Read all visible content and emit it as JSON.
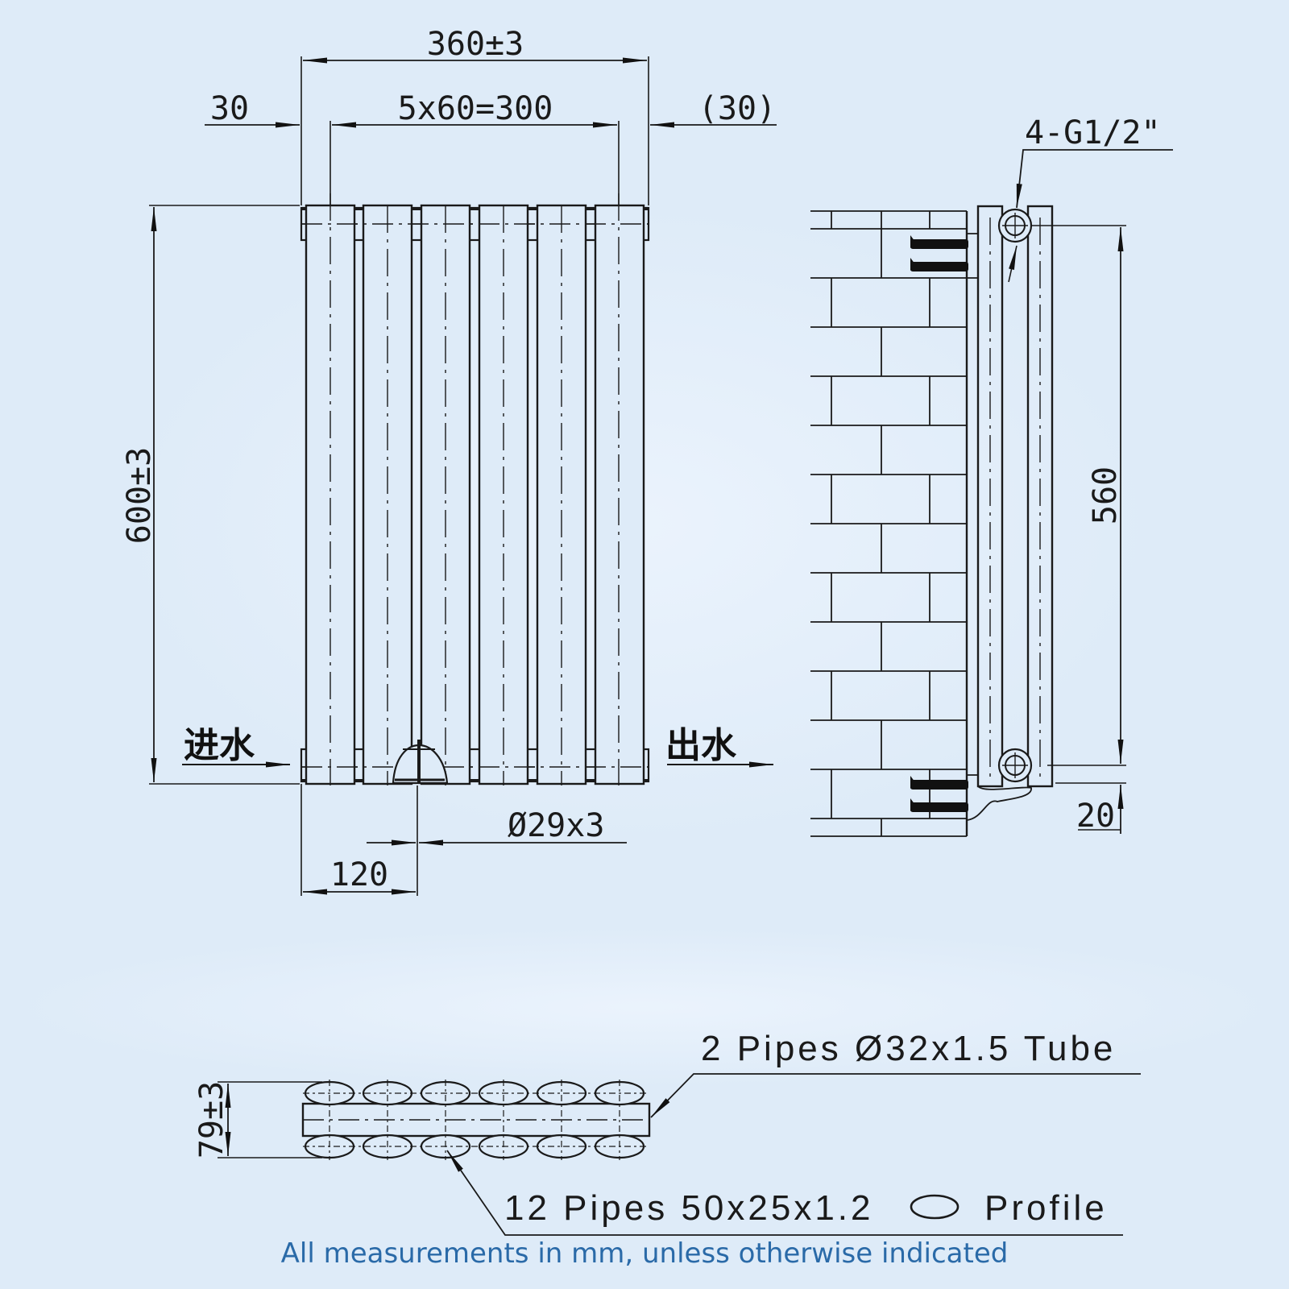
{
  "front_view": {
    "overall_width": "360±3",
    "left_offset": "30",
    "pitch": "5x60=300",
    "right_offset": "(30)",
    "overall_height": "600±3",
    "inlet_label": "进水",
    "outlet_label": "出水",
    "valve_spec": "Ø29x3",
    "valve_offset": "120",
    "column_count": 6
  },
  "side_view": {
    "connection_spec": "4-G1/2\"",
    "centre_distance": "560",
    "bottom_offset": "20"
  },
  "section_view": {
    "depth": "79±3",
    "tube_callout": "2 Pipes Ø32x1.5 Tube",
    "profile_callout": "12 Pipes 50x25x1.2",
    "profile_suffix": "Profile"
  },
  "footnote": "All measurements in mm, unless otherwise indicated",
  "colors": {
    "background": "#deebf8",
    "line": "#1a1a1a",
    "footnote": "#2a6aa8"
  }
}
